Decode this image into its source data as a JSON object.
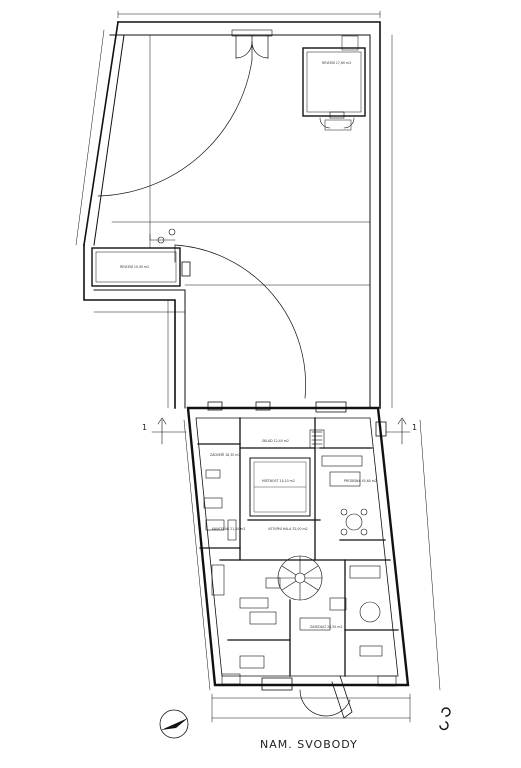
{
  "caption": "NAM.  SVOBODY",
  "section_markers": {
    "left": "1",
    "right": "1"
  },
  "north_symbol": "north-arrow",
  "rooms": [
    {
      "id": "r1",
      "label": "REVIZNÍ\n10,90 m2"
    },
    {
      "id": "r2",
      "label": "REVIZNÍ\n17,60 m2"
    },
    {
      "id": "r3",
      "label": "ZÁDVEŘÍ\n18,30 m2"
    },
    {
      "id": "r4",
      "label": "SKLAD\n12,40 m2"
    },
    {
      "id": "r5",
      "label": "MÍSTNOST\n14,10 m2"
    },
    {
      "id": "r6",
      "label": "KANCELÁŘ\n21,40 m2"
    },
    {
      "id": "r7",
      "label": "VSTUPNÍ HALA\n32,00 m2"
    },
    {
      "id": "r8",
      "label": "PRODEJNA\n45,60 m2"
    },
    {
      "id": "r9",
      "label": "ZÁSEDACÍ\n28,30 m2"
    }
  ]
}
